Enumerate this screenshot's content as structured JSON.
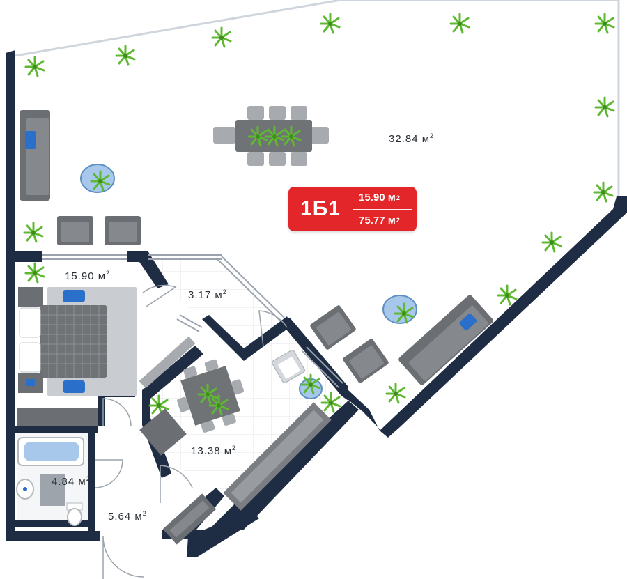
{
  "apartment": {
    "code": "1Б1",
    "living_area": "15.90 м",
    "total_area": "75.77 м",
    "unit_sup": "2"
  },
  "rooms": {
    "terrace": "32.84 м",
    "bedroom": "15.90 м",
    "hall": "3.17 м",
    "kitchen": "13.38 м",
    "bathroom": "4.84 м",
    "corridor": "5.64 м",
    "unit_sup": "2"
  },
  "colors": {
    "wall": "#1f2d44",
    "furniture": "#707478",
    "furniture_light": "#a7abb0",
    "accent_blue": "#2a6fc9",
    "plant": "#5fb832",
    "badge": "#e3262a"
  }
}
